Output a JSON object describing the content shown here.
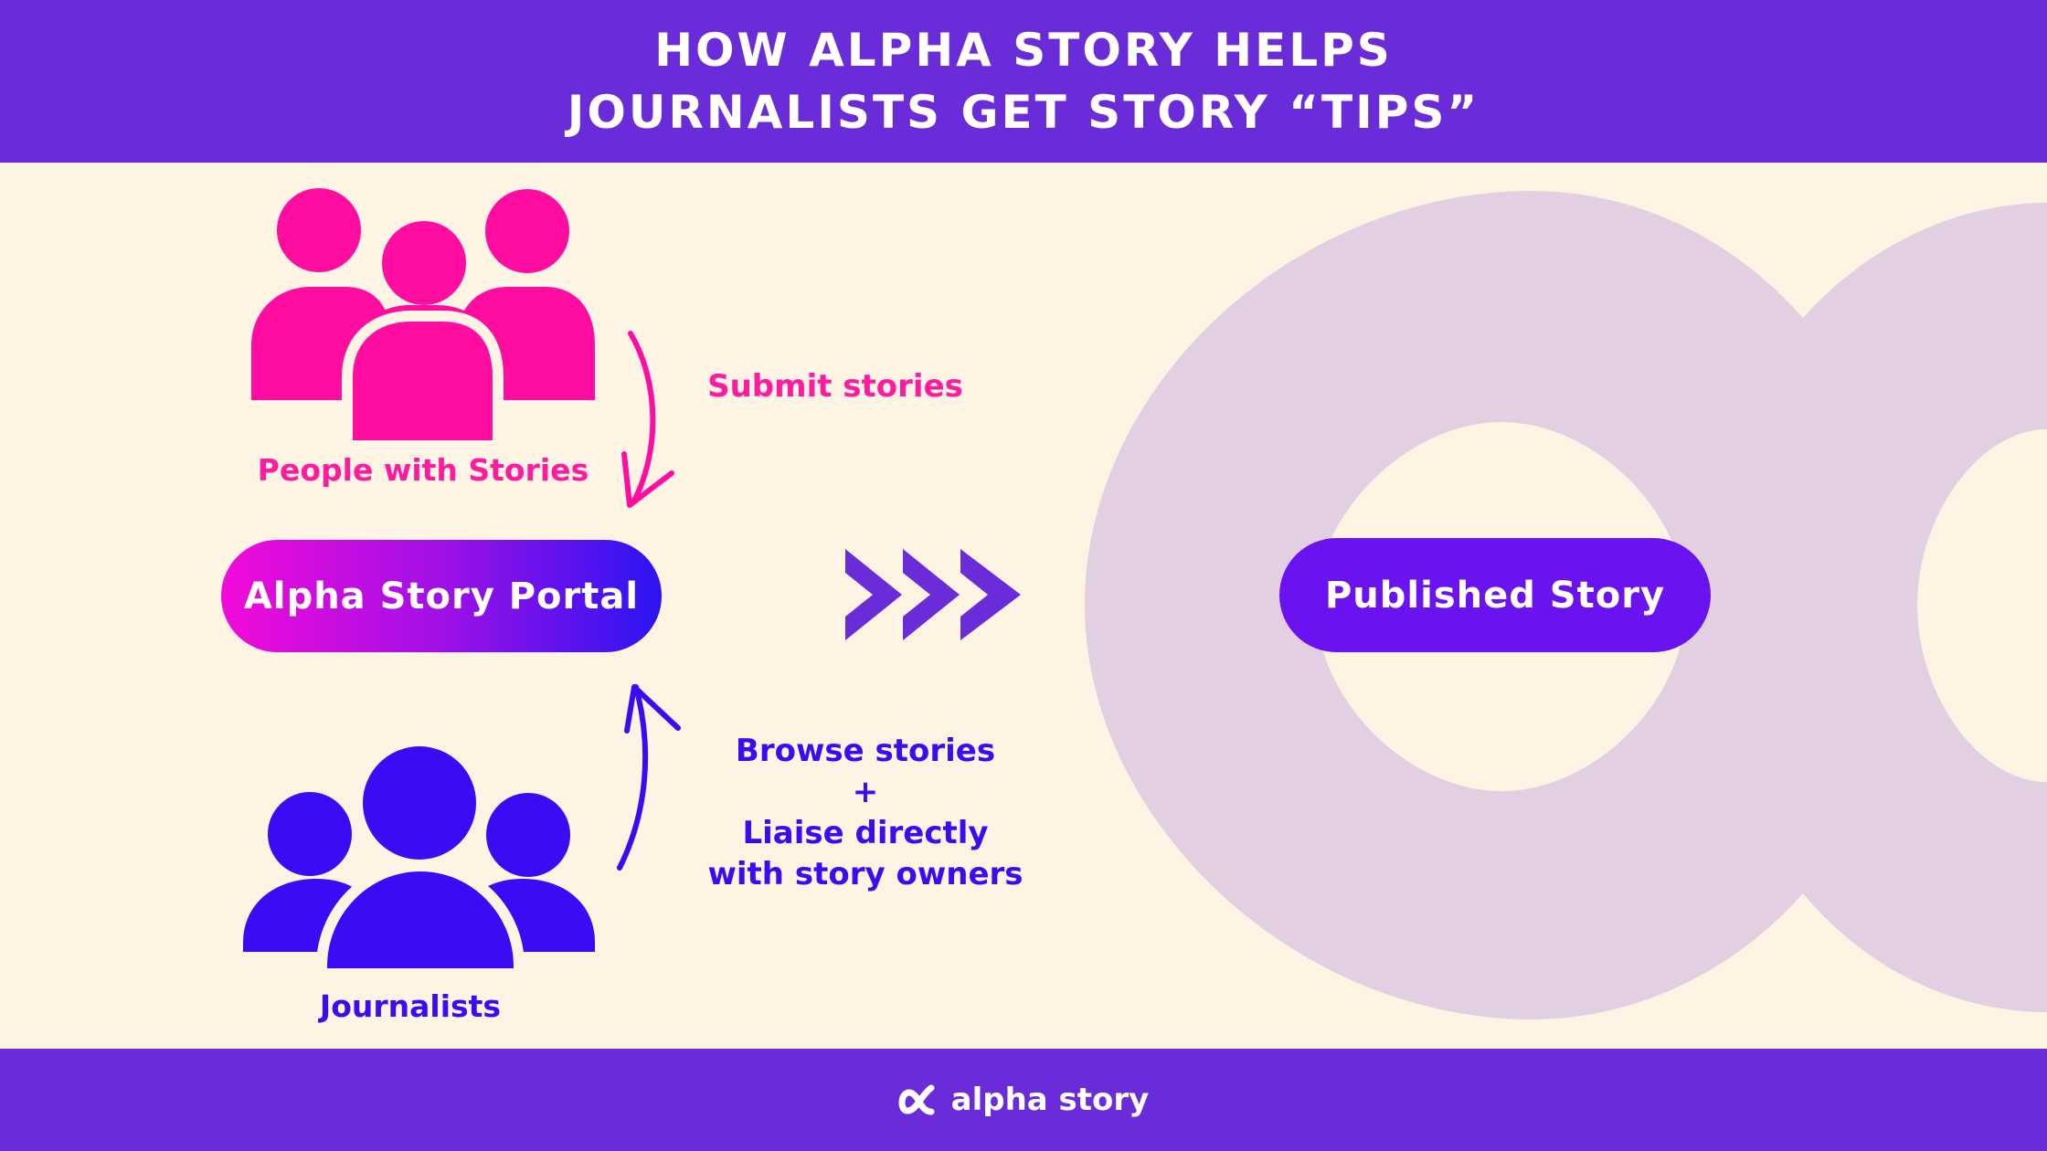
{
  "header": {
    "title_line1": "HOW ALPHA STORY HELPS",
    "title_line2": "JOURNALISTS GET STORY “TIPS”"
  },
  "nodes": {
    "people": {
      "label": "People with Stories",
      "icon": "people-group-icon"
    },
    "portal": {
      "label": "Alpha Story Portal"
    },
    "journalists": {
      "label": "Journalists",
      "icon": "journalists-group-icon"
    },
    "published": {
      "label": "Published Story"
    }
  },
  "edges": {
    "submit": {
      "label": "Submit stories"
    },
    "browse": {
      "line1": "Browse stories",
      "line2": "+",
      "line3": "Liaise directly",
      "line4": "with story owners"
    }
  },
  "footer": {
    "brand": "alpha story",
    "logo_icon": "alpha-symbol-icon"
  },
  "colors": {
    "band": "#6A2BD9",
    "background": "#FDF4E4",
    "pink": "#FF0CA0",
    "blue": "#3A0BF5",
    "chevron": "#6A2BD9",
    "watermark": "#E2D0E2"
  }
}
